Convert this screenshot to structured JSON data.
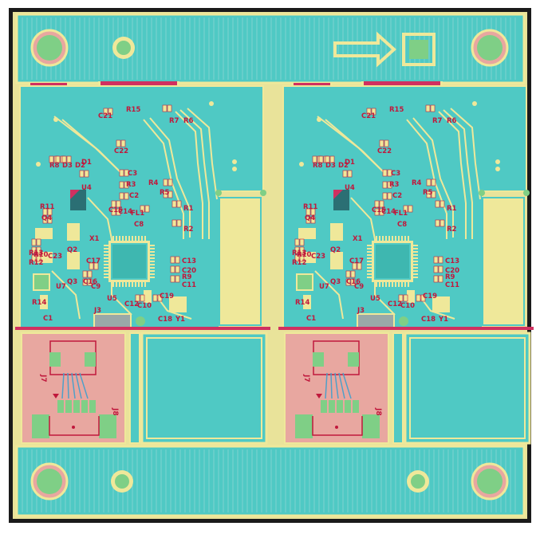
{
  "colors": {
    "background": "#ffffff",
    "board_edge": "#1a1a1a",
    "copper_fill": "#4fc9c4",
    "silk_trace": "#efe89a",
    "pad": "#f3e9a0",
    "pad_green": "#7fcf86",
    "paste_pink": "#e8a7a0",
    "mask_red": "#d03060",
    "label_red": "#c0183c",
    "chip": "#3eb7b0",
    "gray_pad": "#9aa8a8"
  },
  "panel": {
    "arrow_icon": "arrow-right-icon",
    "left_labels": [
      "C21",
      "R15",
      "C22",
      "R7",
      "R6",
      "R8",
      "D3",
      "D2",
      "D1",
      "C3",
      "R3",
      "R4",
      "R5",
      "C2",
      "U4",
      "FL1",
      "C15",
      "C14",
      "C8",
      "R11",
      "Q4",
      "R1",
      "R2",
      "X1",
      "R13",
      "R12",
      "R10",
      "C23",
      "Q2",
      "C17",
      "C13",
      "C20",
      "R9",
      "C16",
      "C9",
      "Q3",
      "C11",
      "U7",
      "U5",
      "C12",
      "C10",
      "C19",
      "R14",
      "C1",
      "J3",
      "C18",
      "Y1"
    ],
    "right_labels": [
      "C21",
      "R15",
      "C22",
      "R7",
      "R6",
      "R8",
      "D3",
      "D2",
      "D1",
      "C3",
      "R3",
      "R4",
      "R5",
      "C2",
      "U4",
      "FL1",
      "C15",
      "C14",
      "C8",
      "R11",
      "Q4",
      "R1",
      "R2",
      "X1",
      "R13",
      "R12",
      "R10",
      "C23",
      "Q2",
      "C17",
      "C13",
      "C20",
      "R9",
      "C16",
      "C9",
      "Q3",
      "C11",
      "U7",
      "U5",
      "C12",
      "C10",
      "C19",
      "R14",
      "C1",
      "J3",
      "C18",
      "Y1"
    ],
    "connector_labels": [
      "J7",
      "J8",
      "J7",
      "J8"
    ]
  }
}
